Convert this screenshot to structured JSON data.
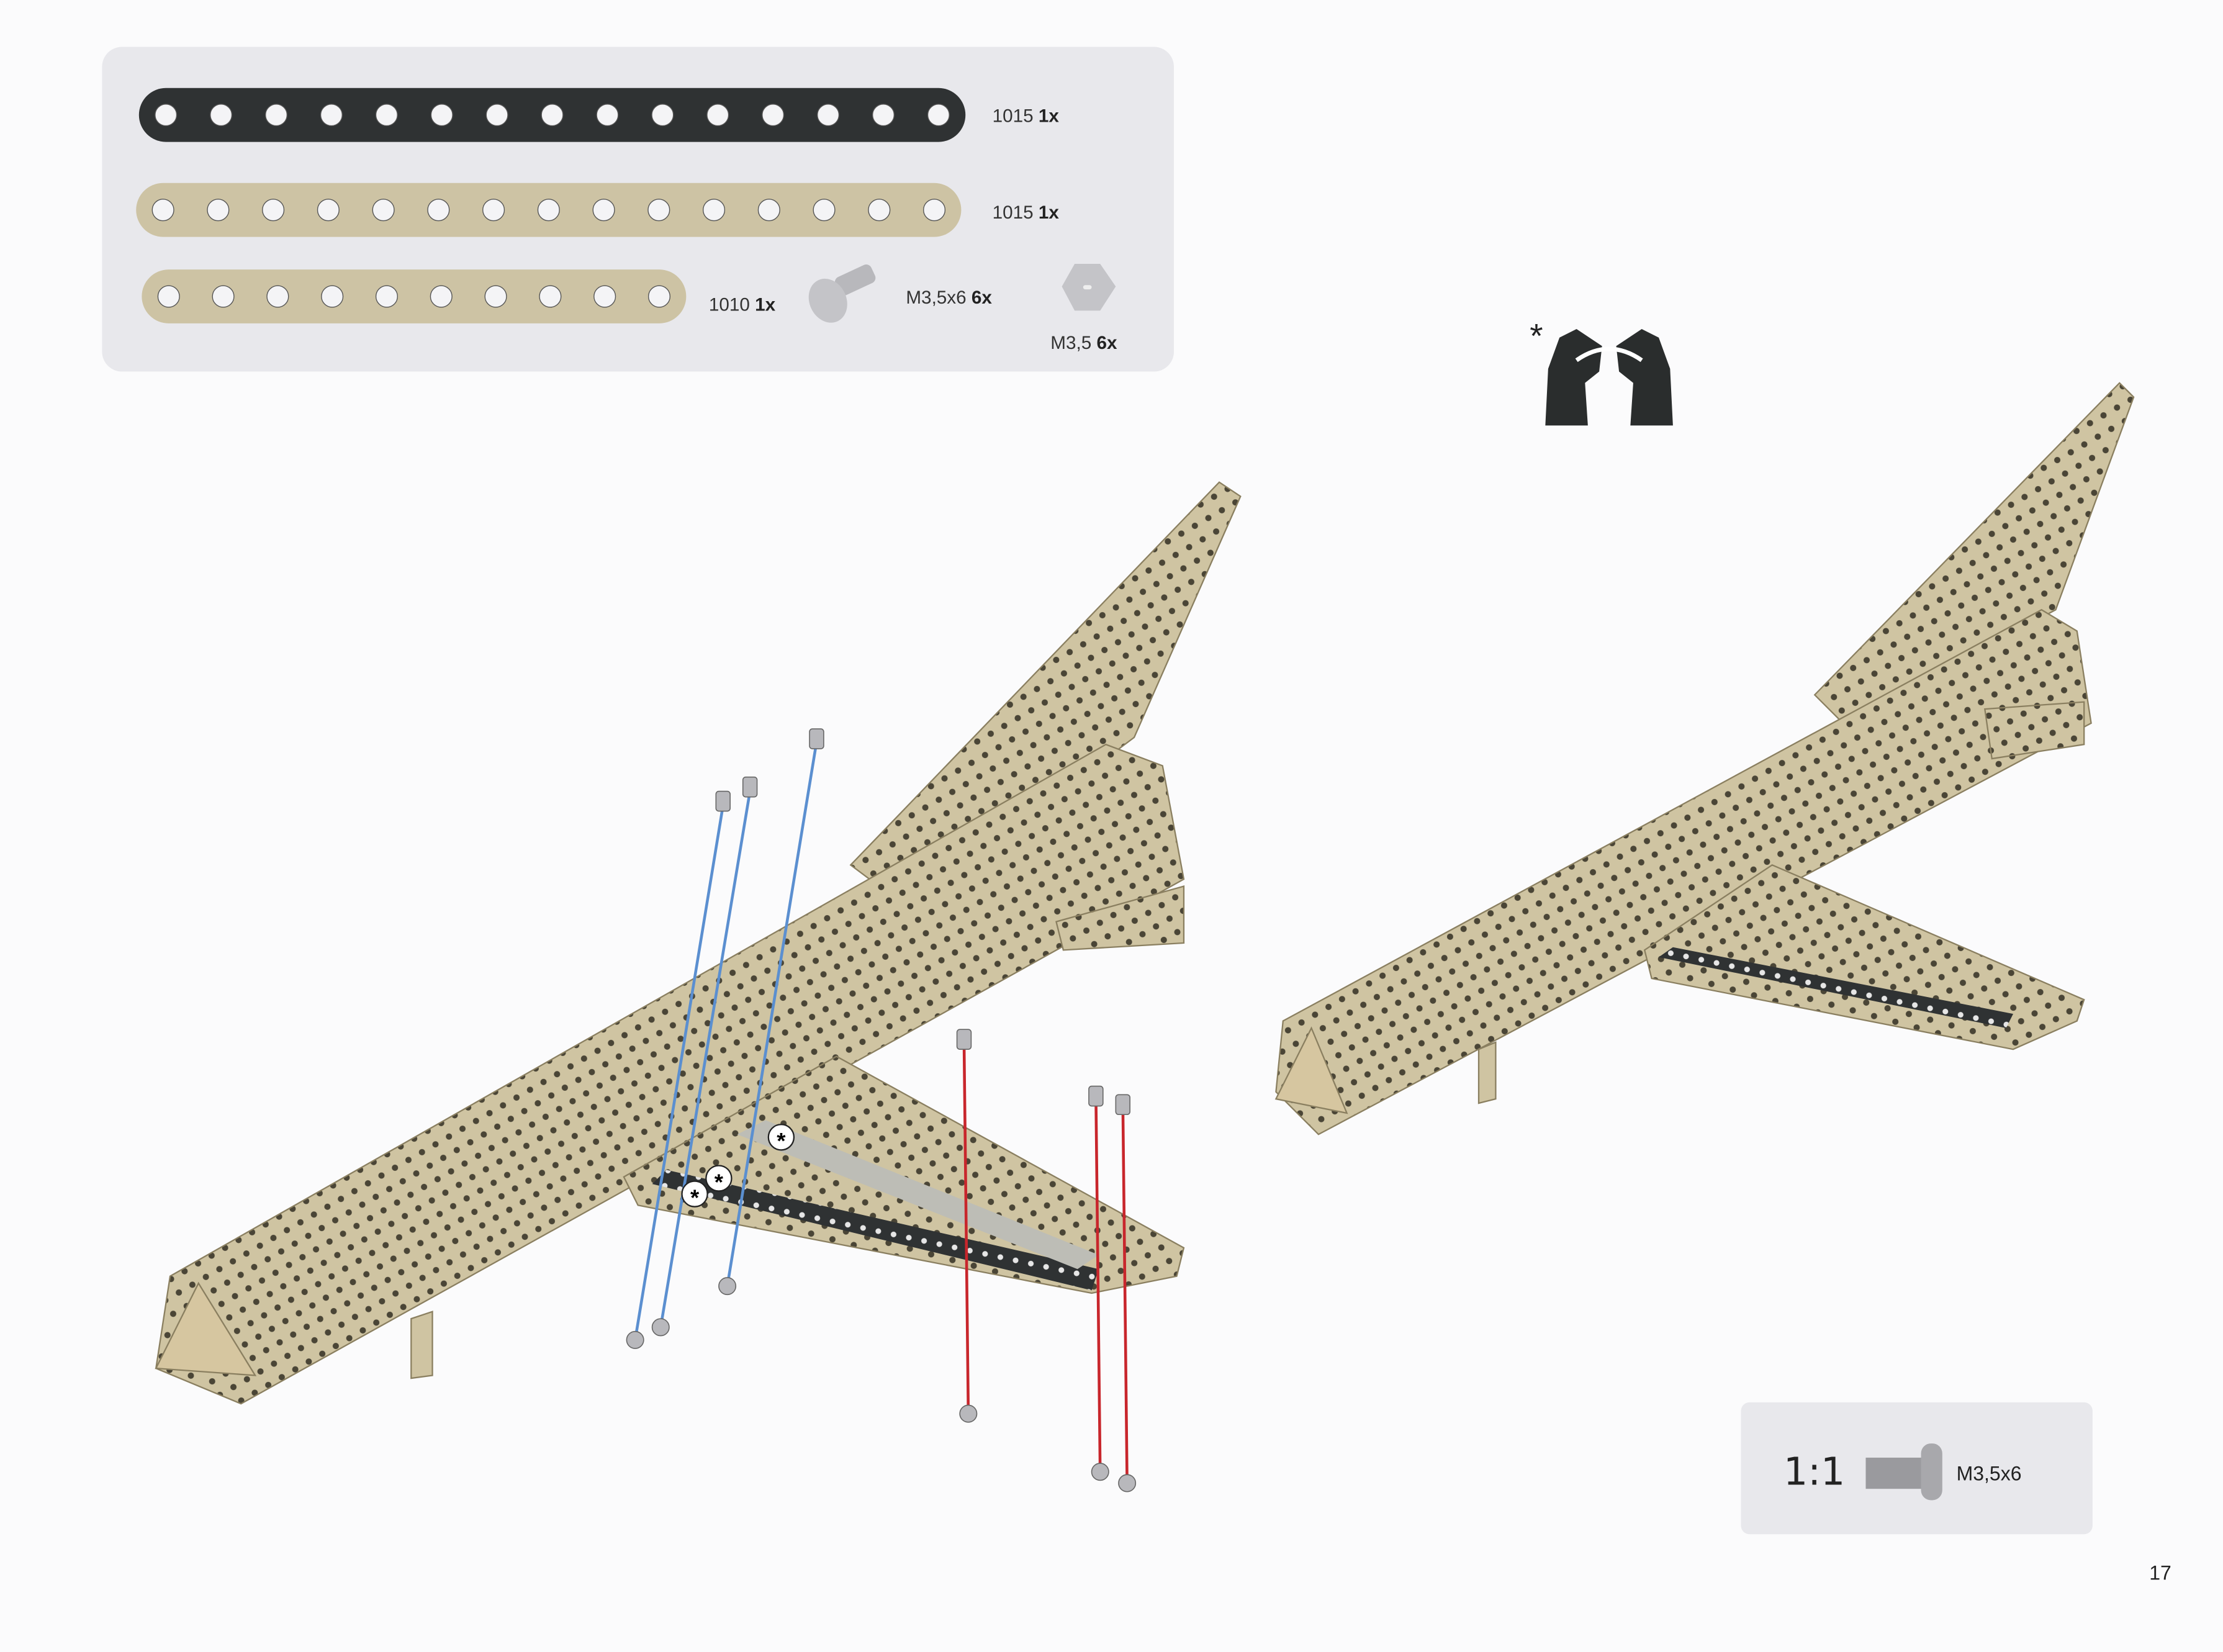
{
  "parts_list": {
    "items": [
      {
        "part": "1015",
        "qty": "1x",
        "color": "#2f3233"
      },
      {
        "part": "1015",
        "qty": "1x",
        "color": "#cdc3a4"
      },
      {
        "part": "1010",
        "qty": "1x",
        "color": "#cdc3a4"
      },
      {
        "part": "M3,5x6",
        "qty": "6x",
        "icon": "screw-icon"
      },
      {
        "part": "M3,5",
        "qty": "6x",
        "icon": "nut-icon"
      }
    ]
  },
  "hint": {
    "marker": "*",
    "icon": "hands-bend-icon"
  },
  "scale_box": {
    "ratio": "1:1",
    "part": "M3,5x6"
  },
  "page_number": "17",
  "asterisk_marks": [
    "*",
    "*",
    "*"
  ],
  "colors": {
    "beige": "#cdc3a4",
    "dark": "#2f3233",
    "panel": "#e8e8ec",
    "blue_guide": "#5b8fd0",
    "red_guide": "#c8262c"
  }
}
